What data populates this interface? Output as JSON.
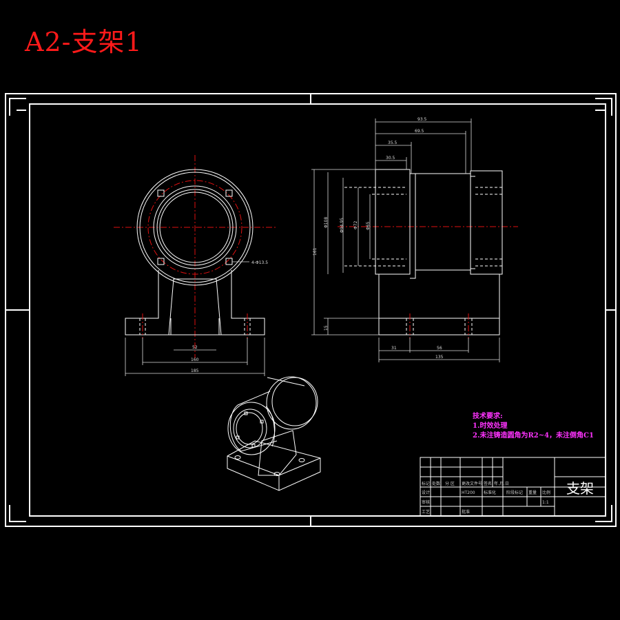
{
  "title": "A2-支架1",
  "tech_notes": {
    "heading": "技术要求:",
    "lines": [
      "1.时效处理",
      "2.未注铸造圆角为R2~4，未注倒角C1"
    ]
  },
  "title_block": {
    "part_name": "支架",
    "material": "HT200",
    "cells": [
      "标记",
      "处数",
      "分 区",
      "更改文件号",
      "签名",
      "年.月.日",
      "设计",
      "标准化",
      "审核",
      "工艺",
      "批准",
      "阶段标记",
      "重量",
      "比例",
      "1:1"
    ]
  },
  "front_view": {
    "hole_callout": "4-Φ13.5",
    "dimensions": {
      "inner_width": "52",
      "hole_spacing": "160",
      "base_width": "185"
    }
  },
  "side_view": {
    "dimensions": {
      "top_overall": "93.5",
      "top_mid": "69.5",
      "top_small": "35.5",
      "top_smallest": "30.5",
      "height_total": "161",
      "dia_outer": "Φ108",
      "dia_mid": "Φ94.95",
      "dia_inner": "Φ72",
      "dia_bore": "Φ65",
      "base_height": "15",
      "base_left": "31",
      "base_mid": "56",
      "base_total": "135"
    }
  }
}
